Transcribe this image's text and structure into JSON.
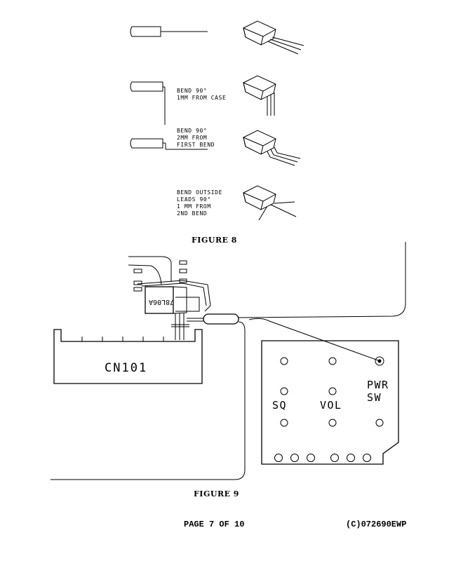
{
  "figure8": {
    "caption": "FIGURE 8",
    "steps": [
      {
        "lines": []
      },
      {
        "lines": [
          "BEND 90°",
          "1MM FROM CASE"
        ]
      },
      {
        "lines": [
          "BEND 90°",
          "2MM FROM",
          "FIRST BEND"
        ]
      },
      {
        "lines": [
          "BEND OUTSIDE",
          "LEADS 90°",
          "1 MM FROM",
          "2ND BEND"
        ]
      }
    ]
  },
  "figure9": {
    "caption": "FIGURE 9",
    "connector_label": "CN101",
    "regulator_marking": "78L06A",
    "board_labels": {
      "sq": "SQ",
      "vol": "VOL",
      "pwr": "PWR",
      "sw": "SW"
    }
  },
  "footer": {
    "page": "PAGE 7 OF 10",
    "copyright": "(C)072690EWP"
  }
}
